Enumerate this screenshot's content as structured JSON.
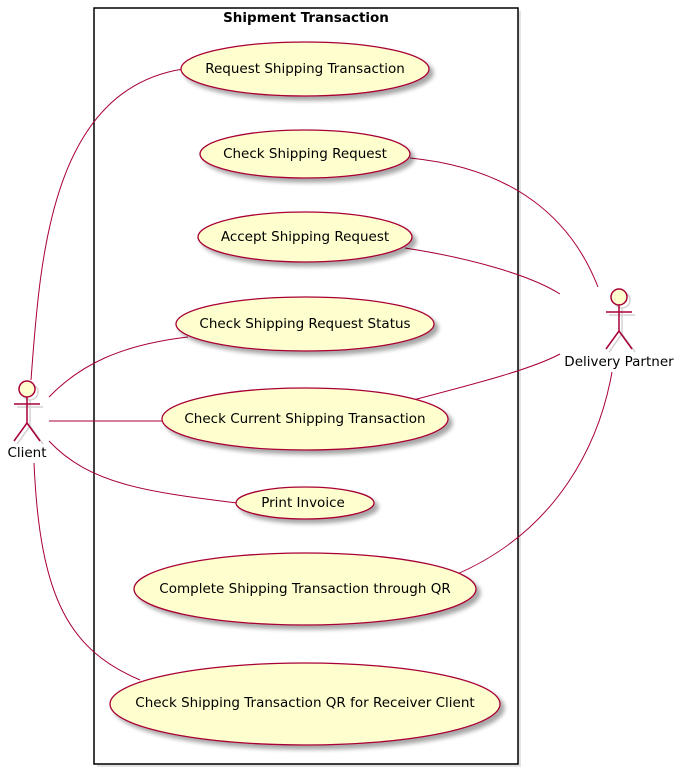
{
  "colors": {
    "use_case_fill": "#FEFECE",
    "use_case_border": "#A80036",
    "connector": "#A80036",
    "boundary_border": "#000000",
    "background": "#FFFFFF"
  },
  "boundary": {
    "title": "Shipment Transaction"
  },
  "actors": {
    "client": {
      "label": "Client"
    },
    "delivery_partner": {
      "label": "Delivery Partner"
    }
  },
  "use_cases": [
    {
      "id": "uc1",
      "label": "Request Shipping Transaction"
    },
    {
      "id": "uc2",
      "label": "Check Shipping Request"
    },
    {
      "id": "uc3",
      "label": "Accept Shipping Request"
    },
    {
      "id": "uc4",
      "label": "Check Shipping Request Status"
    },
    {
      "id": "uc5",
      "label": "Check Current Shipping Transaction"
    },
    {
      "id": "uc6",
      "label": "Print Invoice"
    },
    {
      "id": "uc7",
      "label": "Complete Shipping Transaction through QR"
    },
    {
      "id": "uc8",
      "label": "Check Shipping Transaction QR for Receiver Client"
    }
  ],
  "associations": [
    {
      "actor": "client",
      "use_case": "uc1"
    },
    {
      "actor": "client",
      "use_case": "uc4"
    },
    {
      "actor": "client",
      "use_case": "uc5"
    },
    {
      "actor": "client",
      "use_case": "uc6"
    },
    {
      "actor": "client",
      "use_case": "uc8"
    },
    {
      "actor": "delivery_partner",
      "use_case": "uc2"
    },
    {
      "actor": "delivery_partner",
      "use_case": "uc3"
    },
    {
      "actor": "delivery_partner",
      "use_case": "uc5"
    },
    {
      "actor": "delivery_partner",
      "use_case": "uc7"
    }
  ]
}
